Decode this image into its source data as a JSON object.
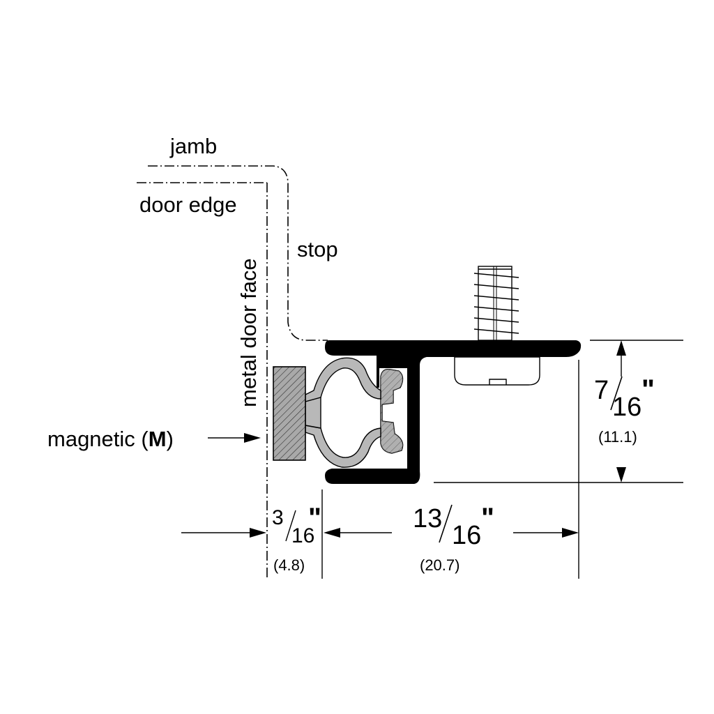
{
  "labels": {
    "jamb": "jamb",
    "door_edge": "door edge",
    "stop": "stop",
    "metal_door_face": "metal door face",
    "magnetic_prefix": "magnetic (",
    "magnetic_bold": "M",
    "magnetic_suffix": ")"
  },
  "dimensions": {
    "height": {
      "numerator": "7",
      "denominator": "16",
      "unit": "\"",
      "metric": "(11.1)"
    },
    "width": {
      "numerator": "13",
      "denominator": "16",
      "unit": "\"",
      "metric": "(20.7)"
    },
    "offset": {
      "numerator": "3",
      "denominator": "16",
      "unit": "\"",
      "metric": "(4.8)"
    }
  },
  "colors": {
    "ink": "#000000",
    "seal_gray": "#b8b8b8",
    "magnet_gray": "#a9a9a9",
    "screw_gray": "#d6d6d6"
  }
}
